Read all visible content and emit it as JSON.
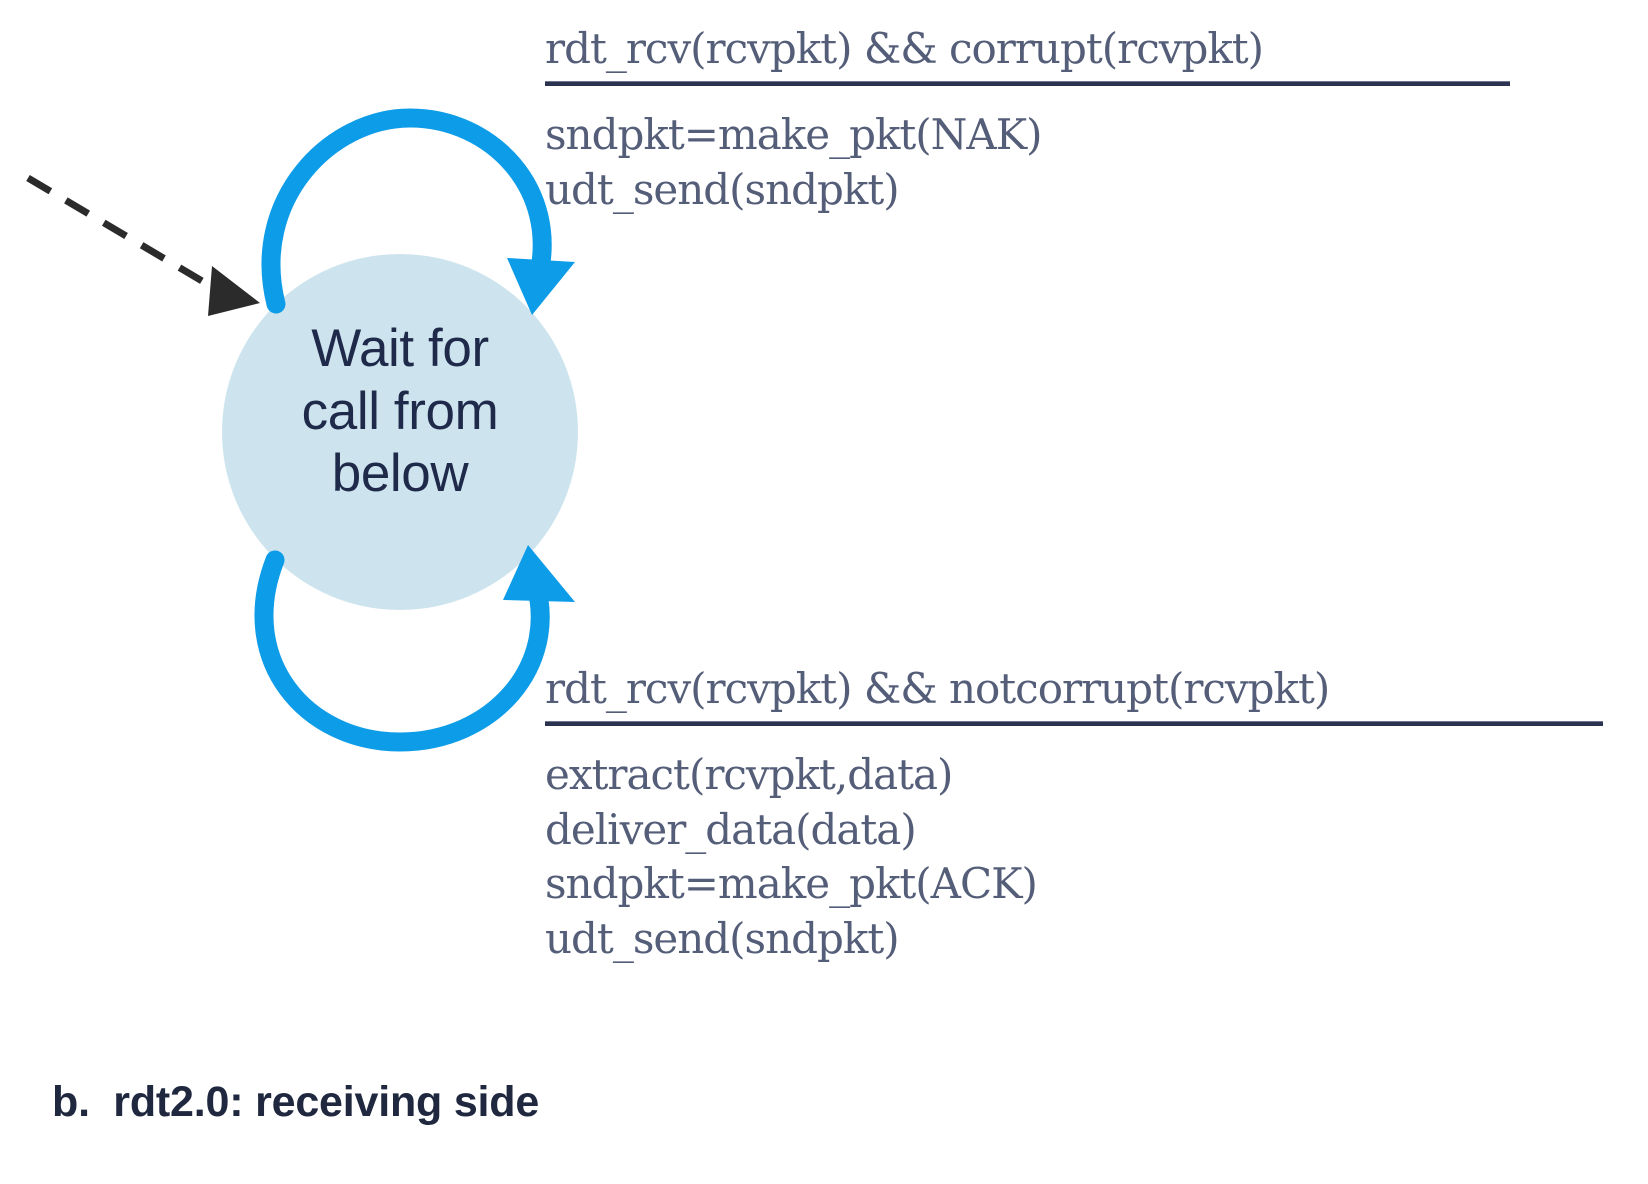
{
  "figure": {
    "caption": "b.  rdt2.0: receiving side",
    "colors": {
      "state_fill": "#cde4ef",
      "arc_stroke": "#0d9ce8",
      "code_text": "#545e78",
      "label_text": "#1f2a4a",
      "rule_line": "#2b3350",
      "entry_arrow": "#2b2b2b",
      "background": "#ffffff"
    }
  },
  "state": {
    "name": "wait-for-call-from-below",
    "label_lines": [
      "Wait for",
      "call from",
      "below"
    ],
    "label_text": "Wait for\ncall from\nbelow"
  },
  "entry_arrow": {
    "style": "dashed",
    "label": ""
  },
  "transitions": [
    {
      "id": "corrupt-loop",
      "position": "top",
      "loop_direction": "clockwise",
      "condition": "rdt_rcv(rcvpkt) && corrupt(rcvpkt)",
      "actions": [
        "sndpkt=make_pkt(NAK)",
        "udt_send(sndpkt)"
      ]
    },
    {
      "id": "notcorrupt-loop",
      "position": "bottom",
      "loop_direction": "counter-clockwise",
      "condition": "rdt_rcv(rcvpkt) && notcorrupt(rcvpkt)",
      "actions": [
        "extract(rcvpkt,data)",
        "deliver_data(data)",
        "sndpkt=make_pkt(ACK)",
        "udt_send(sndpkt)"
      ]
    }
  ]
}
